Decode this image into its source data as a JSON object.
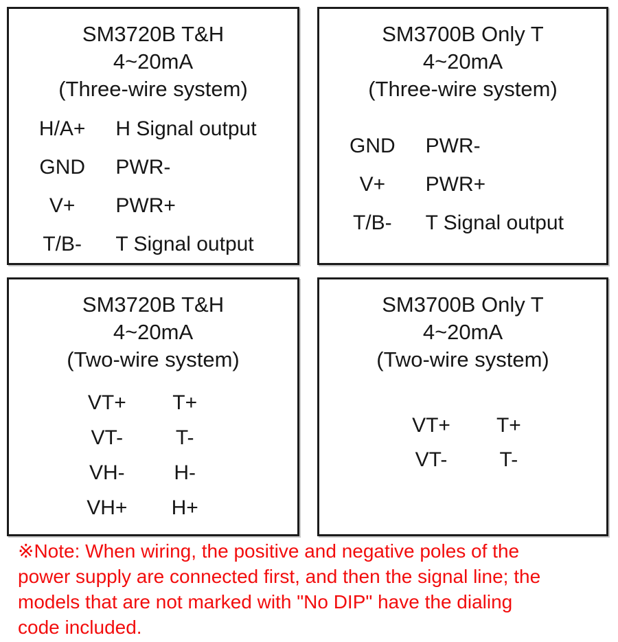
{
  "page": {
    "text_color": "#161616",
    "border_color": "#1b1b1b",
    "background_color": "#ffffff"
  },
  "panels": [
    {
      "model": "SM3720B T&H",
      "signal": "4~20mA",
      "system": "(Three-wire system)",
      "type": "three-wire",
      "rows": [
        {
          "pin": "H/A+",
          "desc": "H Signal output"
        },
        {
          "pin": "GND",
          "desc": "PWR-"
        },
        {
          "pin": "V+",
          "desc": "PWR+"
        },
        {
          "pin": "T/B-",
          "desc": "T Signal output"
        }
      ]
    },
    {
      "model": "SM3700B Only T",
      "signal": "4~20mA",
      "system": "(Three-wire system)",
      "type": "three-wire",
      "rows": [
        {
          "pin": "GND",
          "desc": "PWR-"
        },
        {
          "pin": "V+",
          "desc": "PWR+"
        },
        {
          "pin": "T/B-",
          "desc": "T Signal output"
        }
      ]
    },
    {
      "model": "SM3720B T&H",
      "signal": "4~20mA",
      "system": "(Two-wire system)",
      "type": "two-wire",
      "rows": [
        {
          "pin": "VT+",
          "desc": "T+"
        },
        {
          "pin": "VT-",
          "desc": "T-"
        },
        {
          "pin": "VH-",
          "desc": "H-"
        },
        {
          "pin": "VH+",
          "desc": "H+"
        }
      ]
    },
    {
      "model": "SM3700B Only T",
      "signal": "4~20mA",
      "system": "(Two-wire system)",
      "type": "two-wire",
      "rows": [
        {
          "pin": "VT+",
          "desc": "T+"
        },
        {
          "pin": "VT-",
          "desc": "T-"
        }
      ]
    }
  ],
  "note": {
    "color": "#f20d0d",
    "lines": [
      "※Note: When wiring, the positive and negative poles of the",
      "power supply are connected first, and then the signal line; the",
      "models that are not marked with \"No DIP\" have the dialing",
      "code included."
    ]
  }
}
